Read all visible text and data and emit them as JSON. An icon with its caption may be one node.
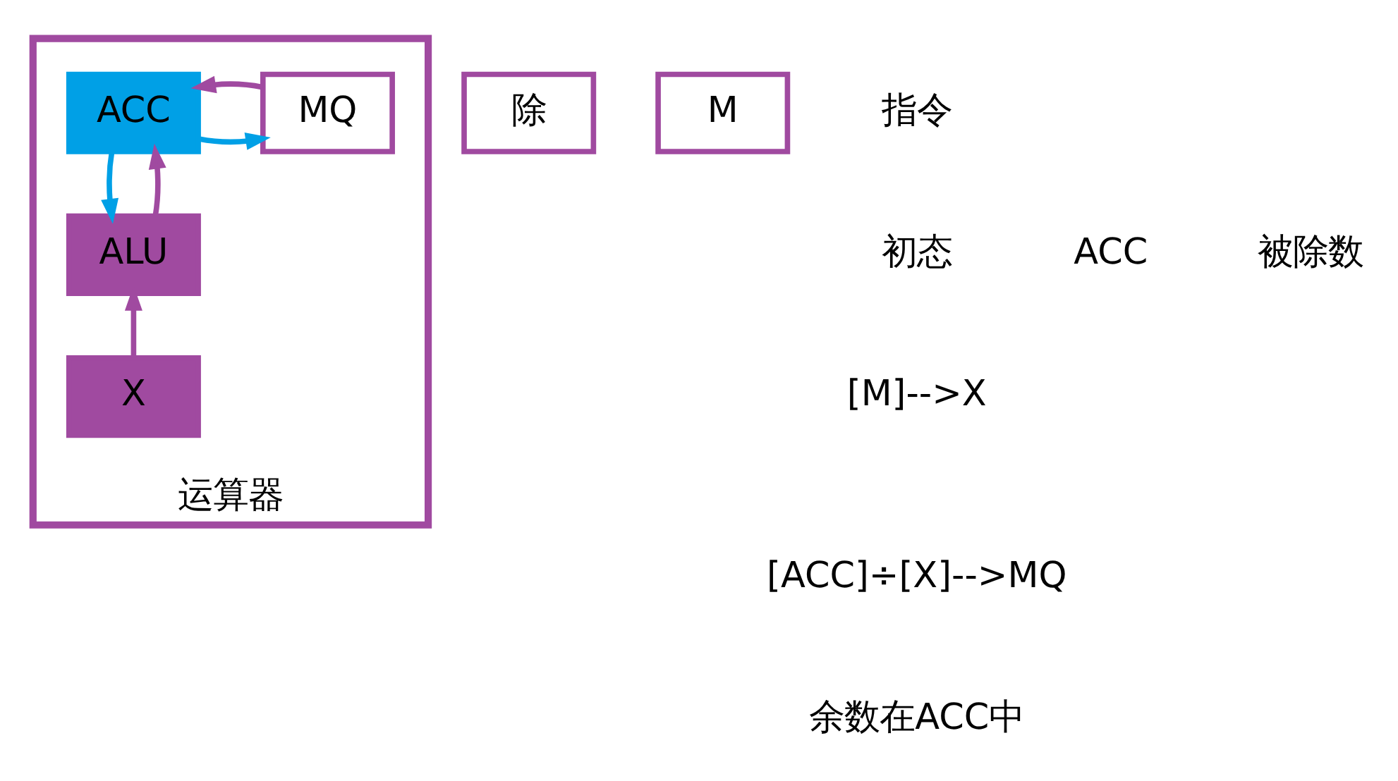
{
  "diagram": {
    "nodes": [
      {
        "text": [
          "运算器"
        ]
      },
      {
        "text": [
          "ACC"
        ],
        "in": 0
      },
      {
        "text": [
          "MQ"
        ],
        "in": 0
      },
      {
        "text": [
          "ALU"
        ],
        "in": 0
      },
      {
        "text": [
          "X"
        ],
        "in": 0
      },
      {
        "text": [
          "除"
        ]
      },
      {
        "text": [
          "M"
        ]
      }
    ],
    "edges": [
      {
        "from": 1,
        "to": 2,
        "arrow": "to",
        "color": "#00a0e6"
      },
      {
        "from": 2,
        "to": 1,
        "arrow": "to"
      },
      {
        "from": 3,
        "to": 1,
        "arrow": "to"
      },
      {
        "from": 1,
        "to": 3,
        "arrow": "to",
        "color": "#00a0e6"
      },
      {
        "from": 4,
        "to": 3,
        "arrow": "to"
      }
    ],
    "labels": [
      "指令",
      "初态",
      "ACC",
      "被除数",
      "[M]-->X",
      "[ACC]÷[X]-->MQ",
      "余数在ACC中"
    ]
  }
}
